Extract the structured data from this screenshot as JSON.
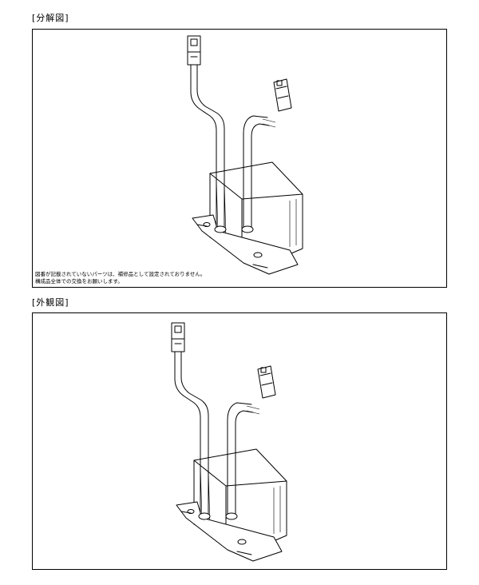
{
  "sections": {
    "exploded": {
      "heading": "[分解図]",
      "note_line1": "図番が記載されていないパーツは、補修品として設定されておりません。",
      "note_line2": "構成品全体での交換をお願いします。"
    },
    "external": {
      "heading": "[外観図]"
    }
  }
}
